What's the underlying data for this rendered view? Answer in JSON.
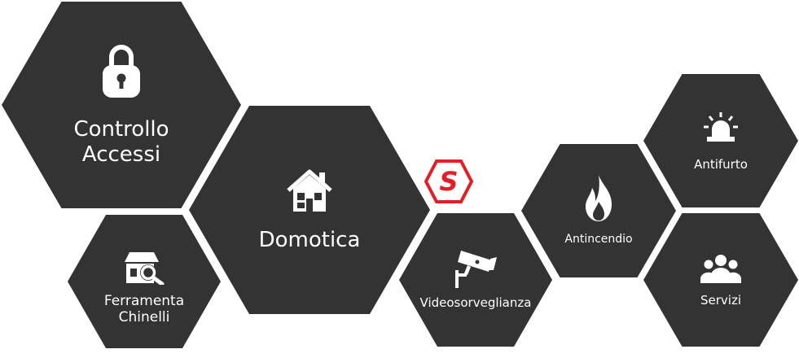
{
  "brand": {
    "logo_letter": "S",
    "accent_color": "#e31e24",
    "tile_color": "#333333"
  },
  "tiles": [
    {
      "id": "controllo-accessi",
      "label_line1": "Controllo",
      "label_line2": "Accessi",
      "icon": "padlock-icon"
    },
    {
      "id": "domotica",
      "label_line1": "Domotica",
      "label_line2": "",
      "icon": "house-icon"
    },
    {
      "id": "ferramenta-chinelli",
      "label_line1": "Ferramenta",
      "label_line2": "Chinelli",
      "icon": "shop-search-icon"
    },
    {
      "id": "videosorveglianza",
      "label_line1": "Videosorveglianza",
      "label_line2": "",
      "icon": "cctv-camera-icon"
    },
    {
      "id": "antincendio",
      "label_line1": "Antincendio",
      "label_line2": "",
      "icon": "flame-icon"
    },
    {
      "id": "antifurto",
      "label_line1": "Antifurto",
      "label_line2": "",
      "icon": "siren-icon"
    },
    {
      "id": "servizi",
      "label_line1": "Servizi",
      "label_line2": "",
      "icon": "people-group-icon"
    }
  ]
}
